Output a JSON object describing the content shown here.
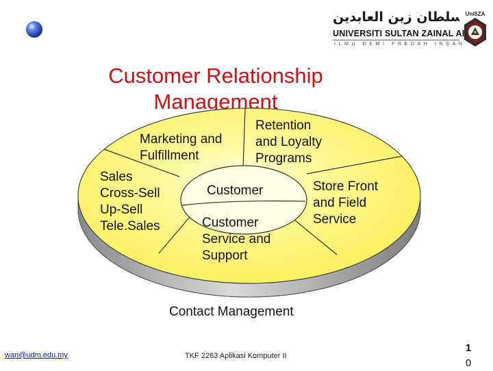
{
  "slide": {
    "title": "Customer Relationship Management",
    "university": {
      "arabic_name": "يونيۏرسيتي سلطان زين العابدين",
      "name": "UNIVERSITI SULTAN ZAINAL ABIDIN",
      "motto": "ILMU DEMI FREDAH INSAN",
      "emblem_text": "UniSZA"
    },
    "diagram": {
      "segments": {
        "marketing": "Marketing and\nFulfillment",
        "retention": "Retention\nand Loyalty\nPrograms",
        "sales": "Sales\nCross-Sell\nUp-Sell\nTele.Sales",
        "center": "Customer",
        "store_front": "Store Front\nand Field\nService",
        "service": "Customer\nService and\nSupport"
      },
      "base_label": "Contact Management",
      "colors": {
        "top": "#fdf26a",
        "center": "#fffde0",
        "edge": "#a0a0a0",
        "bullet": "#2b4fc4"
      }
    },
    "footer": {
      "email": "wan@udm.edu.my",
      "course": "TKF 2263  Aplikasi Komputer II",
      "page_line1": "1",
      "page_line2": "0"
    }
  }
}
